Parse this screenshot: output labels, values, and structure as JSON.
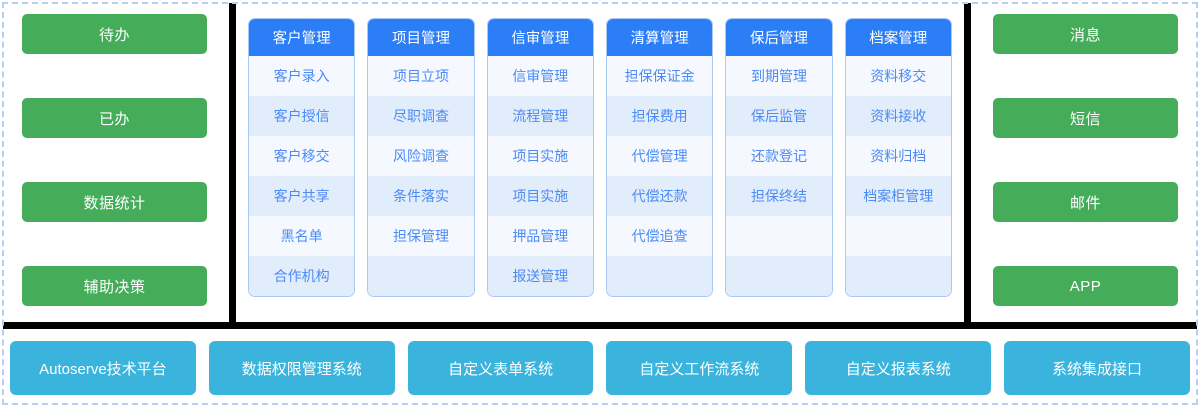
{
  "colors": {
    "green": "#45ac5a",
    "blue_header": "#2b7ef6",
    "cyan": "#3ab4dd",
    "row_odd": "#f5f9ff",
    "row_even": "#e2edfb",
    "item_text": "#4c8bf5",
    "module_border": "#a9c8f3",
    "page_border": "#b9cdf5",
    "frame_black": "#000000"
  },
  "left_panel": {
    "items": [
      {
        "label": "待办"
      },
      {
        "label": "已办"
      },
      {
        "label": "数据统计"
      },
      {
        "label": "辅助决策"
      }
    ]
  },
  "right_panel": {
    "items": [
      {
        "label": "消息"
      },
      {
        "label": "短信"
      },
      {
        "label": "邮件"
      },
      {
        "label": "APP"
      }
    ]
  },
  "core_modules": [
    {
      "title": "客户管理",
      "items": [
        "客户录入",
        "客户授信",
        "客户移交",
        "客户共享",
        "黑名单",
        "合作机构"
      ]
    },
    {
      "title": "项目管理",
      "items": [
        "项目立项",
        "尽职调查",
        "风险调查",
        "条件落实",
        "担保管理",
        ""
      ]
    },
    {
      "title": "信审管理",
      "items": [
        "信审管理",
        "流程管理",
        "项目实施",
        "项目实施",
        "押品管理",
        "报送管理"
      ]
    },
    {
      "title": "清算管理",
      "items": [
        "担保保证金",
        "担保费用",
        "代偿管理",
        "代偿还款",
        "代偿追查",
        ""
      ]
    },
    {
      "title": "保后管理",
      "items": [
        "到期管理",
        "保后监管",
        "还款登记",
        "担保终结",
        "",
        ""
      ]
    },
    {
      "title": "档案管理",
      "items": [
        "资料移交",
        "资料接收",
        "资料归档",
        "档案柜管理",
        "",
        ""
      ]
    }
  ],
  "platform_bar": {
    "items": [
      {
        "label": "Autoserve技术平台"
      },
      {
        "label": "数据权限管理系统"
      },
      {
        "label": "自定义表单系统"
      },
      {
        "label": "自定义工作流系统"
      },
      {
        "label": "自定义报表系统"
      },
      {
        "label": "系统集成接口"
      }
    ]
  }
}
